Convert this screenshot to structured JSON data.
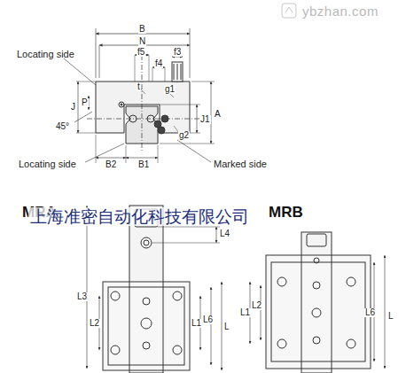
{
  "diagram": {
    "labels": [
      "ybzhan.com",
      "Locating side",
      "B",
      "N",
      "f5",
      "f3",
      "f4",
      "P",
      "J",
      "45°",
      "t",
      "g1",
      "g2",
      "J1",
      "A",
      "Locating side",
      "B2",
      "B1",
      "Marked side",
      "MRA",
      "MRB",
      "上海准密自动化科技有限公司",
      "L4",
      "L3",
      "L2",
      "L1",
      "L6",
      "L",
      "L1",
      "L2",
      "L6",
      "L"
    ]
  }
}
